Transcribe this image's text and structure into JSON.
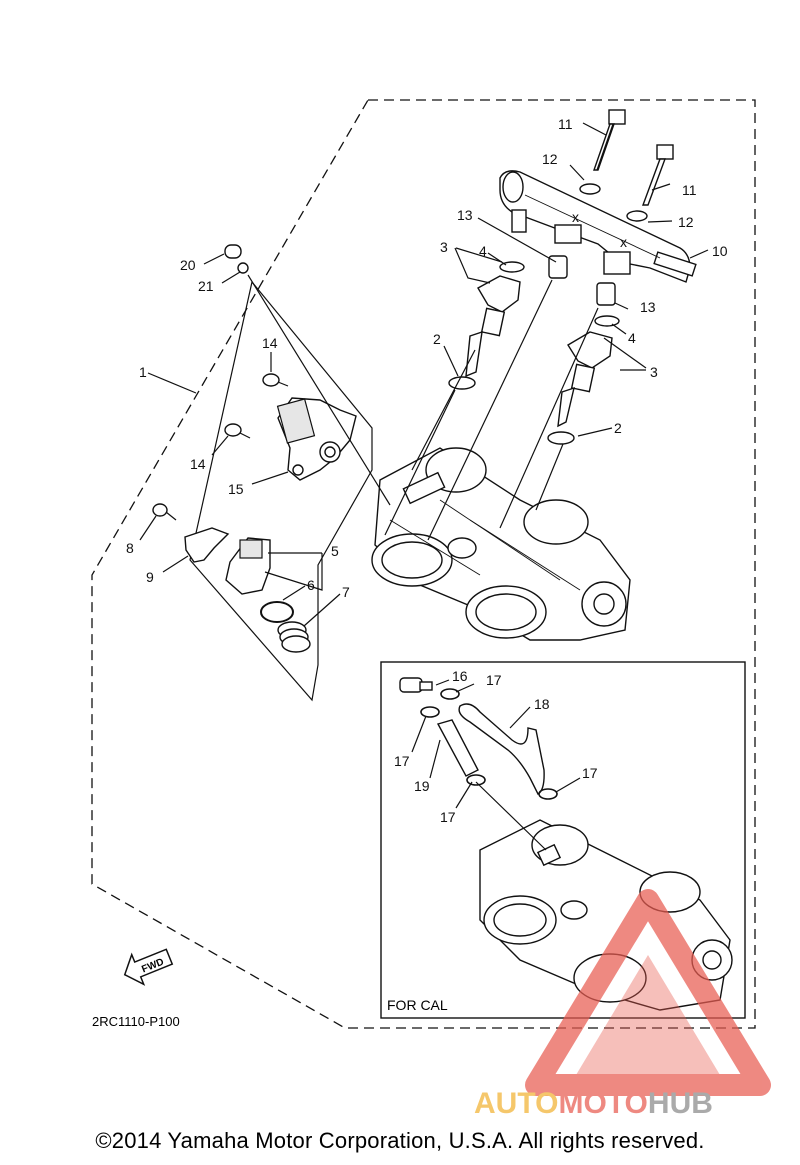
{
  "diagram": {
    "code": "2RC1110-P100",
    "inset_label": "FOR CAL",
    "fwd_label": "FWD",
    "copyright": "©2014 Yamaha Motor Corporation, U.S.A. All rights reserved."
  },
  "callouts": {
    "c1": "1",
    "c2a": "2",
    "c2b": "2",
    "c3a": "3",
    "c3b": "3",
    "c4a": "4",
    "c4b": "4",
    "c5": "5",
    "c6": "6",
    "c7": "7",
    "c8": "8",
    "c9": "9",
    "c10": "10",
    "c11a": "11",
    "c11b": "11",
    "c12a": "12",
    "c12b": "12",
    "c13a": "13",
    "c13b": "13",
    "c14a": "14",
    "c14b": "14",
    "c15": "15",
    "c16": "16",
    "c17a": "17",
    "c17b": "17",
    "c17c": "17",
    "c17d": "17",
    "c18": "18",
    "c19": "19",
    "c20": "20",
    "c21": "21"
  },
  "watermark": {
    "auto": "AUTO",
    "moto": "MOTO",
    "hub": "HUB",
    "color_red": "#e85c52",
    "color_orange": "#f2b233",
    "color_gray": "#8a8a8a"
  }
}
